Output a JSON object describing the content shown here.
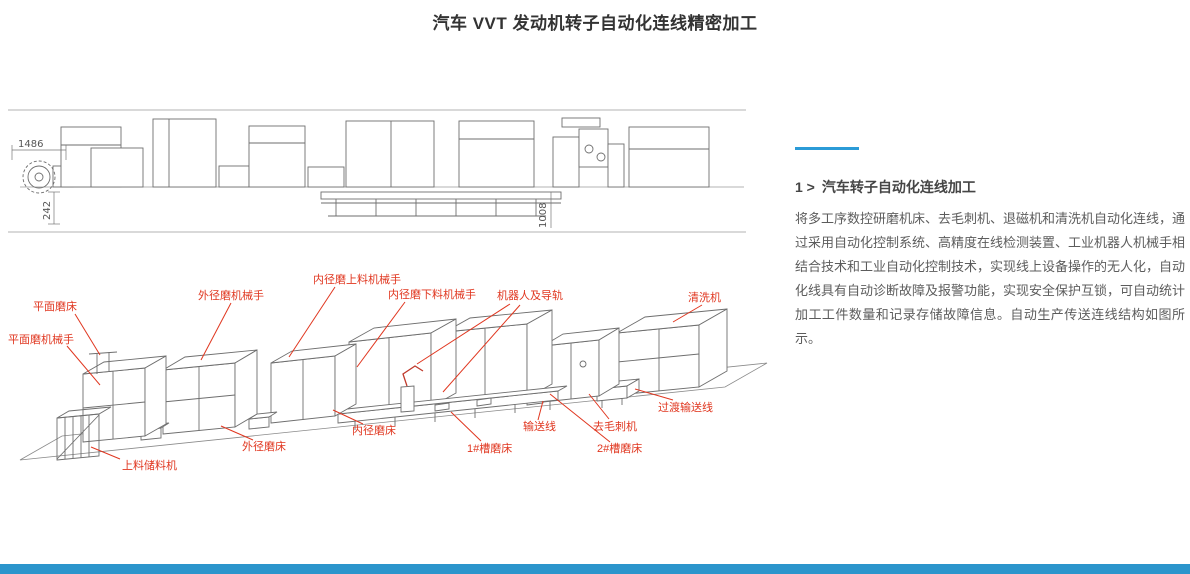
{
  "page": {
    "title": "汽车 VVT 发动机转子自动化连线精密加工"
  },
  "top_drawing": {
    "dim_width": "1486",
    "dim_height": "242",
    "dim_rail": "1008"
  },
  "iso_drawing": {
    "labels": [
      {
        "text": "平面磨床"
      },
      {
        "text": "平面磨机械手"
      },
      {
        "text": "外径磨机械手"
      },
      {
        "text": "内径磨上料机械手"
      },
      {
        "text": "内径磨下料机械手"
      },
      {
        "text": "机器人及导轨"
      },
      {
        "text": "清洗机"
      },
      {
        "text": "过渡输送线"
      },
      {
        "text": "去毛刺机"
      },
      {
        "text": "输送线"
      },
      {
        "text": "2#槽磨床"
      },
      {
        "text": "1#槽磨床"
      },
      {
        "text": "内径磨床"
      },
      {
        "text": "外径磨床"
      },
      {
        "text": "上料储料机"
      }
    ]
  },
  "info": {
    "index": "1 >",
    "heading": "汽车转子自动化连线加工",
    "body": "将多工序数控研磨机床、去毛刺机、退磁机和清洗机自动化连线，通过采用自动化控制系统、高精度在线检测装置、工业机器人机械手相结合技术和工业自动化控制技术，实现线上设备操作的无人化，自动化线具有自动诊断故障及报警功能，实现安全保护互锁，可自动统计加工工件数量和记录存储故障信息。自动生产传送连线结构如图所示。"
  },
  "colors": {
    "accent": "#2b9bd7",
    "label_red": "#e0361f",
    "footer": "#2b95cc"
  }
}
